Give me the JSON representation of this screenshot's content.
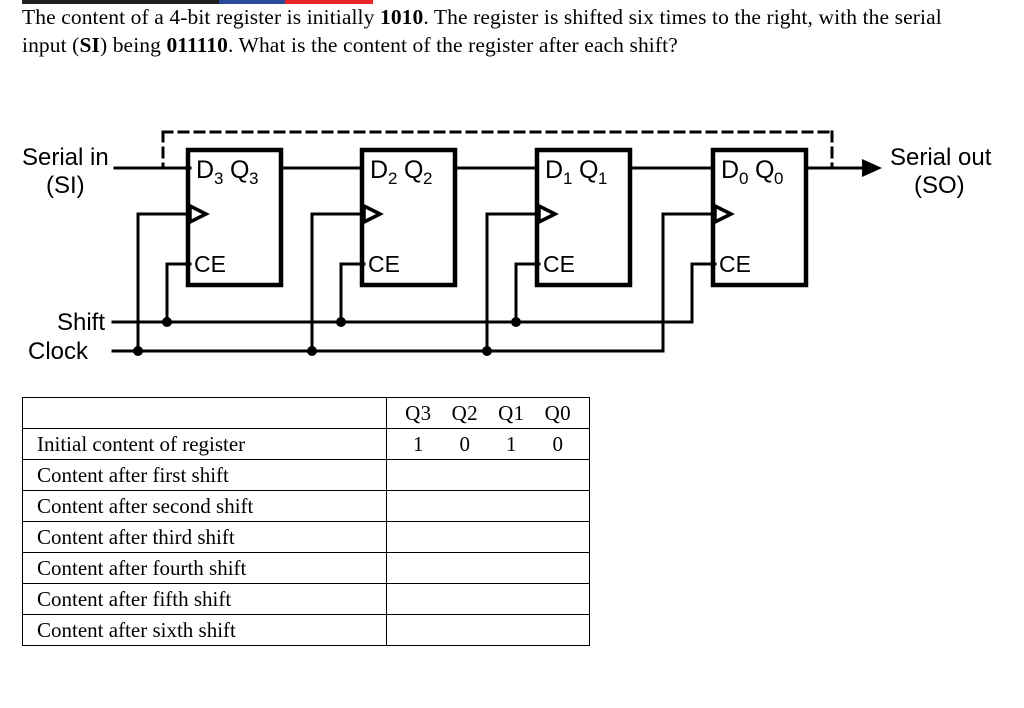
{
  "top_rule": {
    "colors": [
      "#231f20",
      "#2a4b9b",
      "#e8232a"
    ]
  },
  "question": {
    "line1_a": "The content of a 4-bit register is initially ",
    "initial_value": "1010",
    "line1_b": ". The register is shifted six times to the right, with the serial input (",
    "si_abbrev": "SI",
    "line1_c": ") being ",
    "serial_input_value": "011110",
    "line1_d": ". What is the content of the register after each shift?"
  },
  "circuit": {
    "serial_in_label": "Serial in",
    "serial_in_abbrev": "(SI)",
    "serial_out_label": "Serial out",
    "serial_out_abbrev": "(SO)",
    "shift_label": "Shift",
    "clock_label": "Clock",
    "ce_label": "CE",
    "flipflops": [
      {
        "d_letter": "D",
        "d_sub": "3",
        "q_letter": "Q",
        "q_sub": "3",
        "ce": "CE"
      },
      {
        "d_letter": "D",
        "d_sub": "2",
        "q_letter": "Q",
        "q_sub": "2",
        "ce": "CE"
      },
      {
        "d_letter": "D",
        "d_sub": "1",
        "q_letter": "Q",
        "q_sub": "1",
        "ce": "CE"
      },
      {
        "d_letter": "D",
        "d_sub": "0",
        "q_letter": "Q",
        "q_sub": "0",
        "ce": "CE"
      }
    ]
  },
  "table": {
    "bit_headers": [
      "Q3",
      "Q2",
      "Q1",
      "Q0"
    ],
    "header_label": "",
    "rows": [
      {
        "label": "Initial content of register",
        "bits": [
          "1",
          "0",
          "1",
          "0"
        ]
      },
      {
        "label": "Content after first shift",
        "bits": [
          "",
          "",
          "",
          ""
        ]
      },
      {
        "label": "Content after second shift",
        "bits": [
          "",
          "",
          "",
          ""
        ]
      },
      {
        "label": "Content after third shift",
        "bits": [
          "",
          "",
          "",
          ""
        ]
      },
      {
        "label": "Content after fourth shift",
        "bits": [
          "",
          "",
          "",
          ""
        ]
      },
      {
        "label": "Content after fifth shift",
        "bits": [
          "",
          "",
          "",
          ""
        ]
      },
      {
        "label": "Content after sixth shift",
        "bits": [
          "",
          "",
          "",
          ""
        ]
      }
    ]
  }
}
